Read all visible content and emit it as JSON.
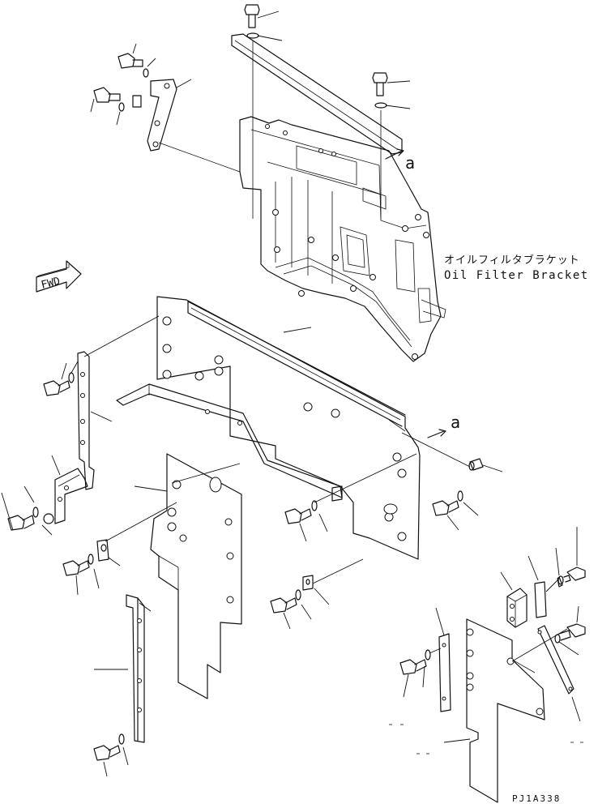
{
  "diagram": {
    "fwd_label": "FWD",
    "label_jp": "オイルフィルタブラケット",
    "label_en": "Oil Filter Bracket",
    "ref_top": "a",
    "ref_mid": "a",
    "drawing_code": "PJ1A338"
  }
}
